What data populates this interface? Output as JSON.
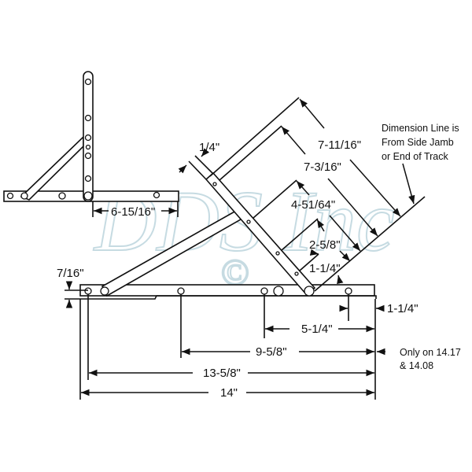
{
  "watermark": {
    "logo_text": "DDS Inc",
    "copyright": "©"
  },
  "small_view": {
    "dimension": "6-15/16\""
  },
  "arm_dimensions": {
    "width": "1/4\"",
    "d1": "7-11/16\"",
    "d2": "7-3/16\"",
    "d3": "4-51/64\"",
    "d4": "2-5/8\"",
    "d5": "1-1/4\""
  },
  "note": {
    "line1": "Dimension Line is",
    "line2": "From Side Jamb",
    "line3": "or End of Track"
  },
  "track_dimensions": {
    "height": "7/16\"",
    "d1": "5-1/4\"",
    "d2": "9-5/8\"",
    "d3": "13-5/8\"",
    "d4": "14\"",
    "offset": "1-1/4\""
  },
  "only_note": {
    "line1": "Only on 14.17",
    "line2": "& 14.08"
  }
}
